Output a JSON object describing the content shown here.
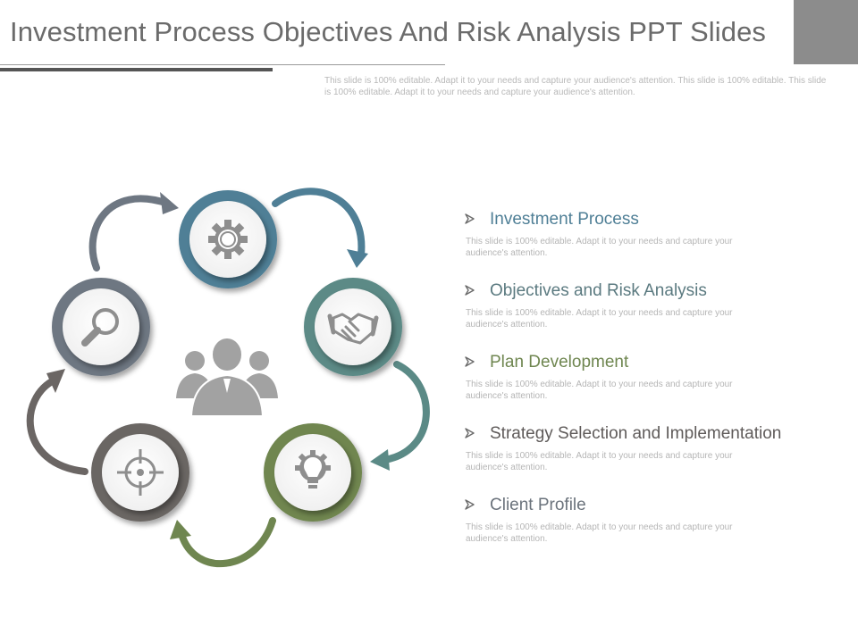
{
  "slide": {
    "title": "Investment Process Objectives And Risk Analysis PPT Slides",
    "subtitle": "This slide is 100% editable. Adapt it to your needs and capture your audience's attention. This slide is 100% editable. This slide is 100% editable. Adapt it to your needs and capture your audience's attention."
  },
  "colors": {
    "teal_blue": "#4f7f96",
    "teal_green": "#5b8a86",
    "olive": "#6f8650",
    "taupe": "#6b6664",
    "slate": "#6e7782",
    "icon_gray": "#8e8e8e",
    "heading_gray": "#5a5a5a"
  },
  "diagram": {
    "nodes": [
      {
        "icon": "gear-icon"
      },
      {
        "icon": "handshake-icon"
      },
      {
        "icon": "lightbulb-gear-icon"
      },
      {
        "icon": "target-icon"
      },
      {
        "icon": "magnifier-icon"
      }
    ],
    "center_icon": "team-icon"
  },
  "items": [
    {
      "title": "Investment Process",
      "desc": "This slide is 100% editable. Adapt it to your needs and capture your audience's attention."
    },
    {
      "title": "Objectives and Risk Analysis",
      "desc": "This slide is 100% editable. Adapt it to your needs and capture your audience's attention."
    },
    {
      "title": "Plan Development",
      "desc": "This slide is 100% editable. Adapt it to your needs and capture your audience's attention."
    },
    {
      "title": "Strategy Selection and Implementation",
      "desc": "This slide is 100% editable. Adapt it to your needs and capture your audience's attention."
    },
    {
      "title": "Client Profile",
      "desc": "This slide is 100% editable. Adapt it to your needs and capture your audience's attention."
    }
  ]
}
